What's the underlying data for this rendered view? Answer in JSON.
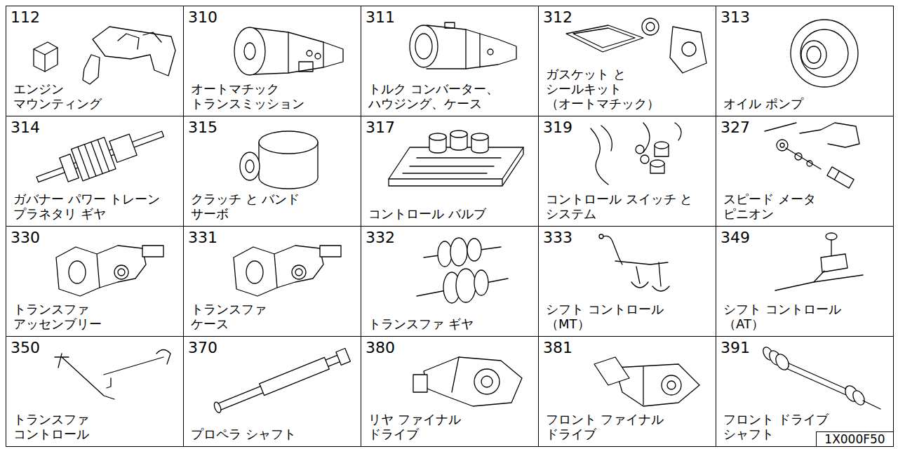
{
  "diagram": {
    "nodes": [
      {
        "text": [
          "112",
          "エンジン マウンティング"
        ]
      },
      {
        "text": [
          "310",
          "オートマチック トランスミッション"
        ]
      },
      {
        "text": [
          "311",
          "トルク コンバーター、 ハウジング、ケース"
        ]
      },
      {
        "text": [
          "312",
          "ガスケット と シールキット （オートマチック）"
        ]
      },
      {
        "text": [
          "313",
          "オイル ポンプ"
        ]
      },
      {
        "text": [
          "314",
          "ガバナー パワー トレーン プラネタリ ギヤ"
        ]
      },
      {
        "text": [
          "315",
          "クラッチ と バンド サーボ"
        ]
      },
      {
        "text": [
          "317",
          "コントロール バルブ"
        ]
      },
      {
        "text": [
          "319",
          "コントロール スイッチ と システム"
        ]
      },
      {
        "text": [
          "327",
          "スピード メータ ピニオン"
        ]
      },
      {
        "text": [
          "330",
          "トランスファ アッセンブリー"
        ]
      },
      {
        "text": [
          "331",
          "トランスファ ケース"
        ]
      },
      {
        "text": [
          "332",
          "トランスファ ギヤ"
        ]
      },
      {
        "text": [
          "333",
          "シフト コントロール （MT）"
        ]
      },
      {
        "text": [
          "349",
          "シフト コントロール （AT）"
        ]
      },
      {
        "text": [
          "350",
          "トランスファ コントロール"
        ]
      },
      {
        "text": [
          "370",
          "プロペラ シャフト"
        ]
      },
      {
        "text": [
          "380",
          "リヤ ファイナル ドライブ"
        ]
      },
      {
        "text": [
          "381",
          "フロント ファイナル ドライブ"
        ]
      },
      {
        "text": [
          "391",
          "フロント ドライブ シャフト"
        ]
      },
      {
        "text": [
          "1X000F50"
        ],
        "in": 19
      }
    ]
  }
}
